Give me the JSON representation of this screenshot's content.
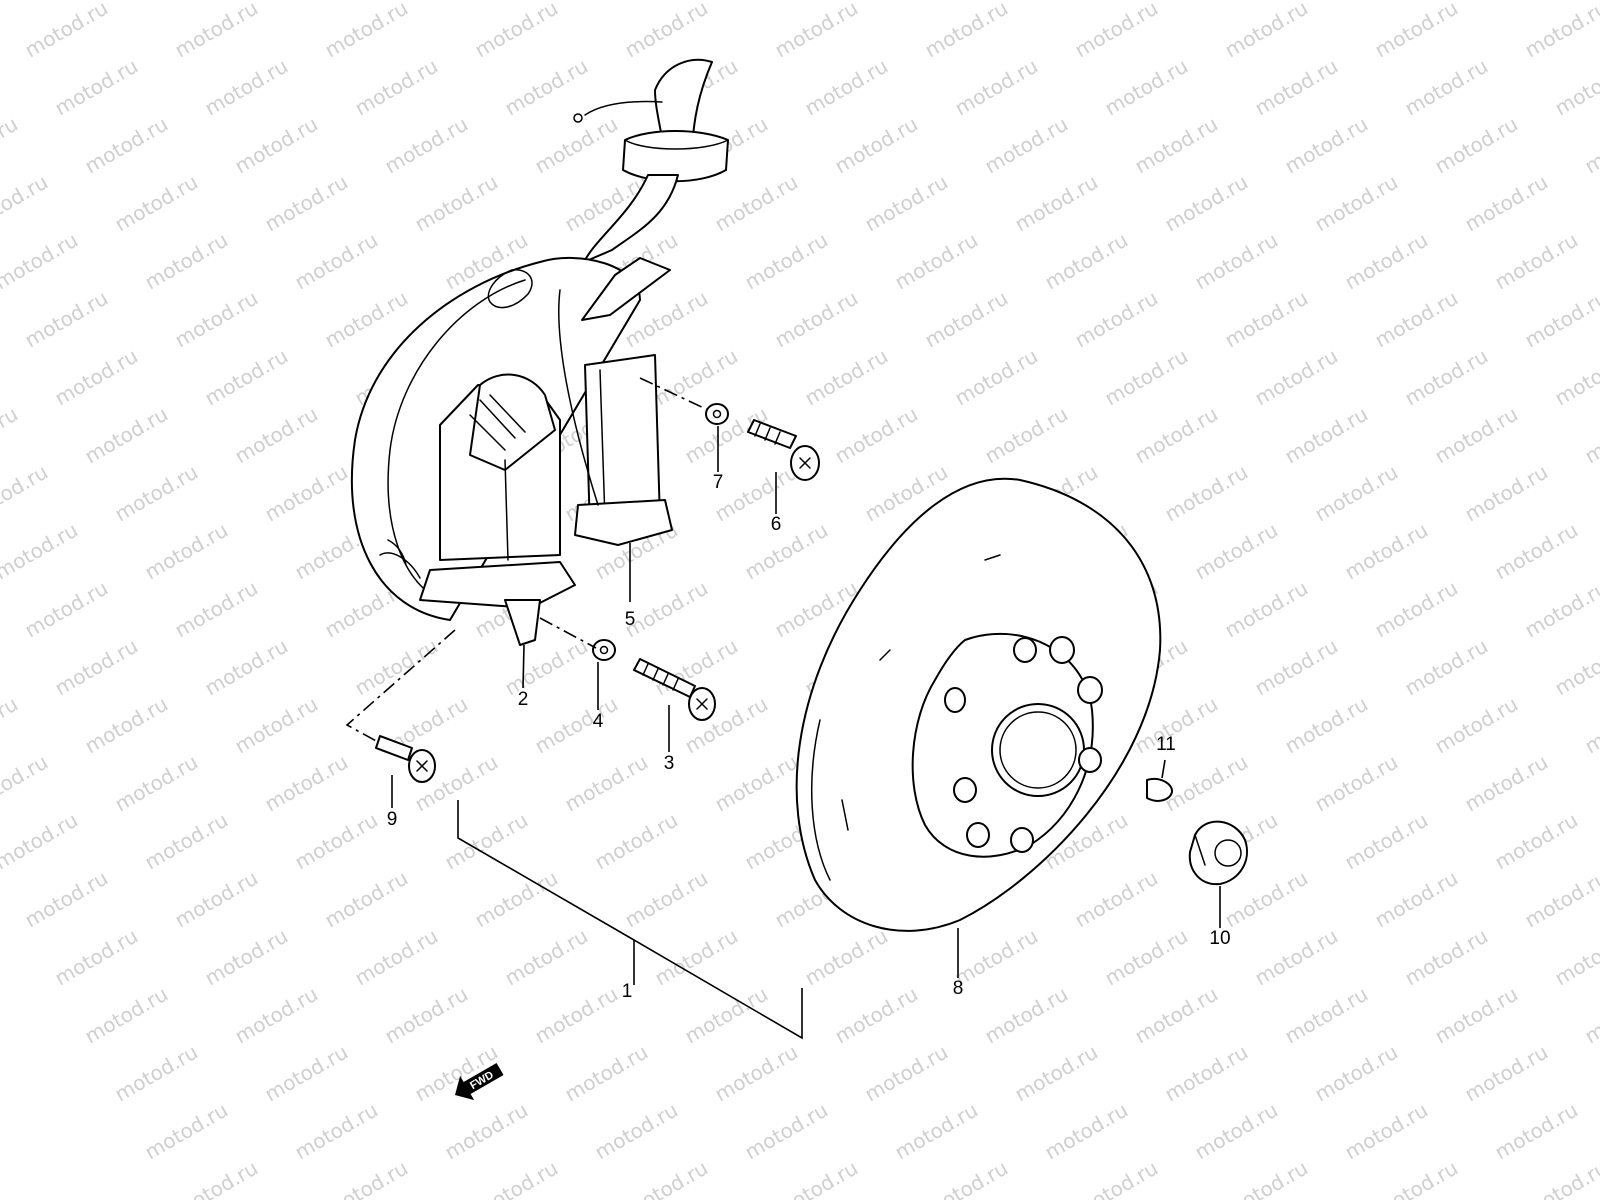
{
  "watermark": "motod.ru",
  "direction_label": "FWD",
  "colors": {
    "line": "#000000",
    "background": "#ffffff",
    "watermark": "#cfcfcf"
  },
  "callouts": {
    "p1": "1",
    "p2": "2",
    "p3": "3",
    "p4": "4",
    "p5": "5",
    "p6": "6",
    "p7": "7",
    "p8": "8",
    "p9": "9",
    "p10": "10",
    "p11": "11"
  }
}
